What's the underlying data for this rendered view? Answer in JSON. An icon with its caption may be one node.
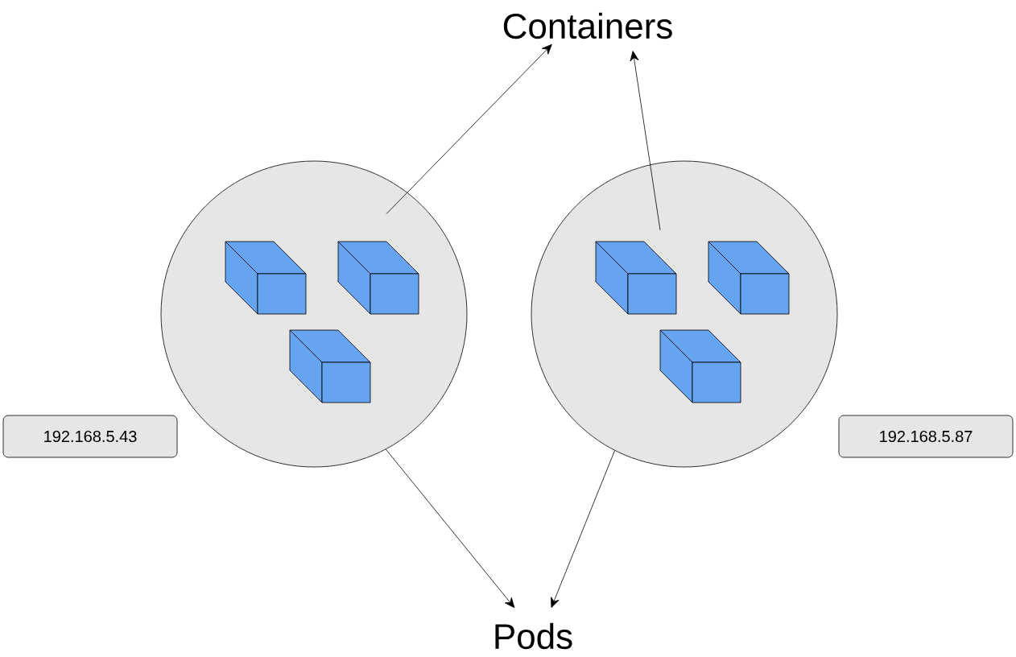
{
  "diagram": {
    "nodes": [
      {
        "text": [
          "Containers"
        ]
      },
      {
        "text": [],
        "shape": "circle"
      },
      {
        "text": [],
        "shape": "box",
        "in": 1
      },
      {
        "text": [],
        "shape": "box",
        "in": 1
      },
      {
        "text": [],
        "shape": "box",
        "in": 1
      },
      {
        "text": [],
        "shape": "circle"
      },
      {
        "text": [],
        "shape": "box",
        "in": 5
      },
      {
        "text": [],
        "shape": "box",
        "in": 5
      },
      {
        "text": [],
        "shape": "box",
        "in": 5
      },
      {
        "text": [
          "192.168.5.43"
        ]
      },
      {
        "text": [
          "192.168.5.87"
        ]
      },
      {
        "text": [
          "Pods"
        ]
      }
    ],
    "edges": [
      {
        "from": 3,
        "to": 0,
        "arrow": "to"
      },
      {
        "from": 6,
        "to": 0,
        "arrow": "to"
      },
      {
        "from": 1,
        "to": 11,
        "arrow": "to"
      },
      {
        "from": 5,
        "to": 11,
        "arrow": "to"
      }
    ]
  }
}
